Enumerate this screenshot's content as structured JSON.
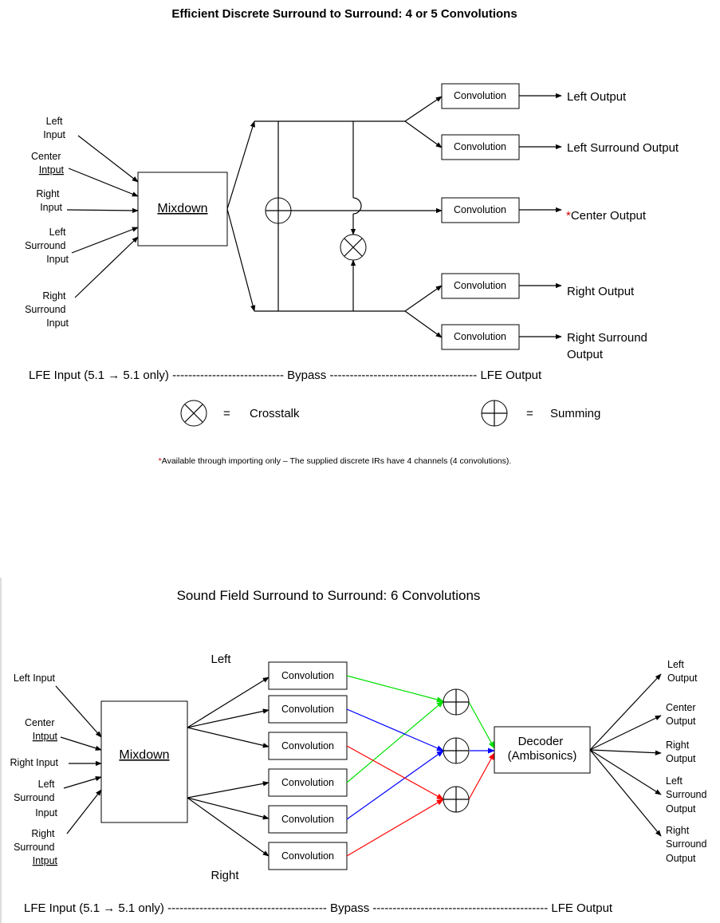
{
  "top": {
    "title": "Efficient Discrete Surround to Surround: 4 or 5 Convolutions",
    "inputs": [
      [
        "Left",
        "Input"
      ],
      [
        "Center",
        "Intput"
      ],
      [
        "Right",
        "Input"
      ],
      [
        "Left",
        "Surround",
        "Input"
      ],
      [
        "Right",
        "Surround",
        "Input"
      ]
    ],
    "mixdown_label": "Mixdown",
    "convolution_label": "Convolution",
    "outputs": [
      [
        "Left Output"
      ],
      [
        "Left Surround Output"
      ],
      [
        "Center Output"
      ],
      [
        "Right Output"
      ],
      [
        "Right Surround",
        "Output"
      ]
    ],
    "center_mark": "*",
    "lfe_line": "LFE Input (5.1 → 5.1 only) ---------------------------- Bypass ------------------------------------- LFE Output",
    "legend": {
      "equals": "=",
      "crosstalk_label": "Crosstalk",
      "summing_label": "Summing"
    },
    "footnote_mark": "*",
    "footnote_text": "Available through importing only – The supplied discrete IRs have 4 channels (4 convolutions)."
  },
  "bottom": {
    "title": "Sound Field Surround to Surround: 6 Convolutions",
    "left_label": "Left",
    "right_label": "Right",
    "inputs": [
      [
        "Left Input"
      ],
      [
        "Center",
        "Intput"
      ],
      [
        "Right Input"
      ],
      [
        "Left",
        "Surround",
        "Input"
      ],
      [
        "Right",
        "Surround",
        "Intput"
      ]
    ],
    "mixdown_label": "Mixdown",
    "convolution_label": "Convolution",
    "decoder_label": [
      "Decoder",
      "(Ambisonics)"
    ],
    "outputs": [
      [
        "Left",
        "Output"
      ],
      [
        "Center",
        "Output"
      ],
      [
        "Right",
        "Output"
      ],
      [
        "Left",
        "Surround",
        "Output"
      ],
      [
        "Right",
        "Surround",
        "Output"
      ]
    ],
    "lfe_line": "LFE Input (5.1 → 5.1 only) ---------------------------------------- Bypass -------------------------------------------- LFE Output"
  },
  "colors": {
    "line": "#000000",
    "green": "#00e000",
    "blue": "#0000ff",
    "red": "#ff0000",
    "footnote_star": "#d00000",
    "spellcheck": "#d01010"
  }
}
